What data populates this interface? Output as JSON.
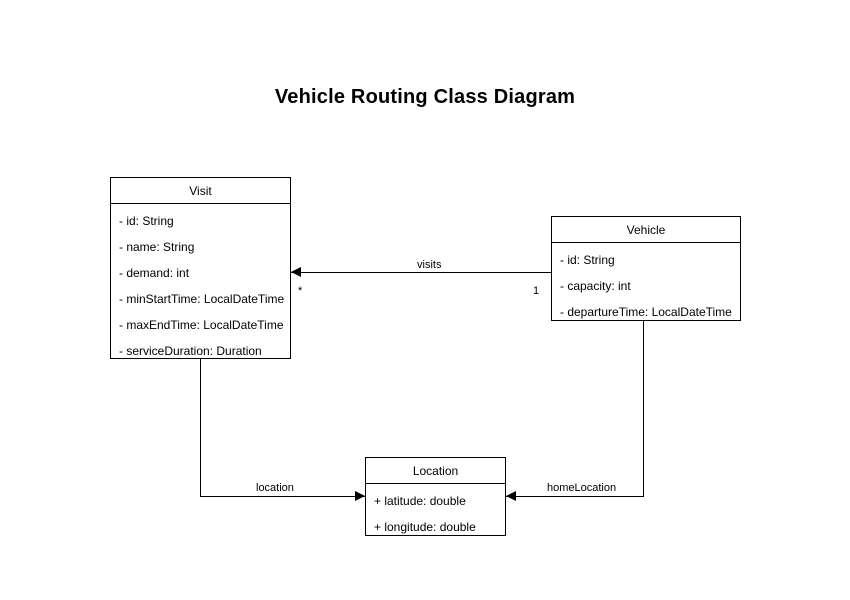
{
  "diagram": {
    "title": "Vehicle Routing Class Diagram",
    "classes": [
      {
        "name": "Visit",
        "attributes": [
          "- id: String",
          "- name: String",
          "- demand: int",
          "- minStartTime: LocalDateTime",
          "- maxEndTime: LocalDateTime",
          "- serviceDuration: Duration"
        ]
      },
      {
        "name": "Vehicle",
        "attributes": [
          "- id: String",
          "- capacity: int",
          "- departureTime: LocalDateTime"
        ]
      },
      {
        "name": "Location",
        "attributes": [
          "+ latitude: double",
          "+ longitude: double"
        ]
      }
    ],
    "relationships": [
      {
        "label": "visits",
        "source": "Vehicle",
        "target": "Visit",
        "source_multiplicity": "1",
        "target_multiplicity": "*"
      },
      {
        "label": "location",
        "source": "Visit",
        "target": "Location",
        "source_multiplicity": "",
        "target_multiplicity": ""
      },
      {
        "label": "homeLocation",
        "source": "Vehicle",
        "target": "Location",
        "source_multiplicity": "",
        "target_multiplicity": ""
      }
    ]
  },
  "colors": {
    "background": "#ffffff",
    "stroke": "#000000",
    "text": "#000000"
  }
}
